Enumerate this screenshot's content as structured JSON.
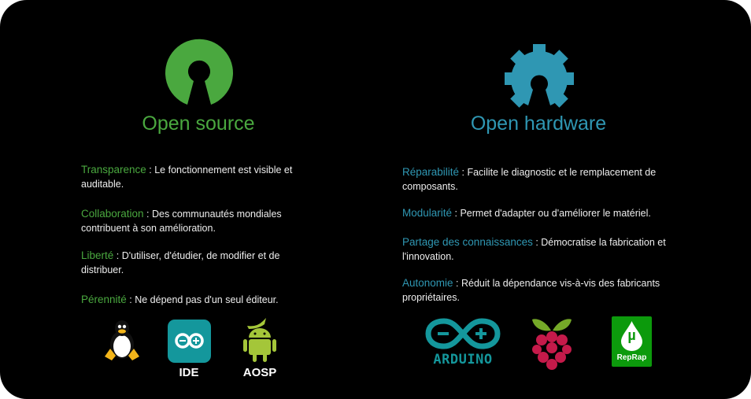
{
  "open_source": {
    "title": "Open source",
    "items": [
      {
        "term": "Transparence",
        "desc": " : Le fonctionnement est visible et auditable."
      },
      {
        "term": "Collaboration",
        "desc": " : Des communautés mondiales contribuent à son amélioration."
      },
      {
        "term": "Liberté",
        "desc": " : D'utiliser, d'étudier, de modifier et de distribuer."
      },
      {
        "term": "Pérennité",
        "desc": " : Ne dépend pas d'un seul éditeur."
      }
    ],
    "logos": {
      "ide_label": "IDE",
      "aosp_label": "AOSP"
    }
  },
  "open_hardware": {
    "title": "Open hardware",
    "items": [
      {
        "term": "Réparabilité",
        "desc": " : Facilite le diagnostic et le remplacement de composants."
      },
      {
        "term": "Modularité",
        "desc": " : Permet d'adapter ou d'améliorer le matériel."
      },
      {
        "term": "Partage des connaissances",
        "desc": " : Démocratise la fabrication et l'innovation."
      },
      {
        "term": "Autonomie",
        "desc": " : Réduit la dépendance vis-à-vis des fabricants propriétaires."
      }
    ],
    "logos": {
      "arduino_label": "ARDUINO",
      "reprap_label": "RepRap",
      "reprap_mu": "µ"
    }
  },
  "colors": {
    "green": "#4aa83f",
    "teal": "#2f97b3"
  }
}
